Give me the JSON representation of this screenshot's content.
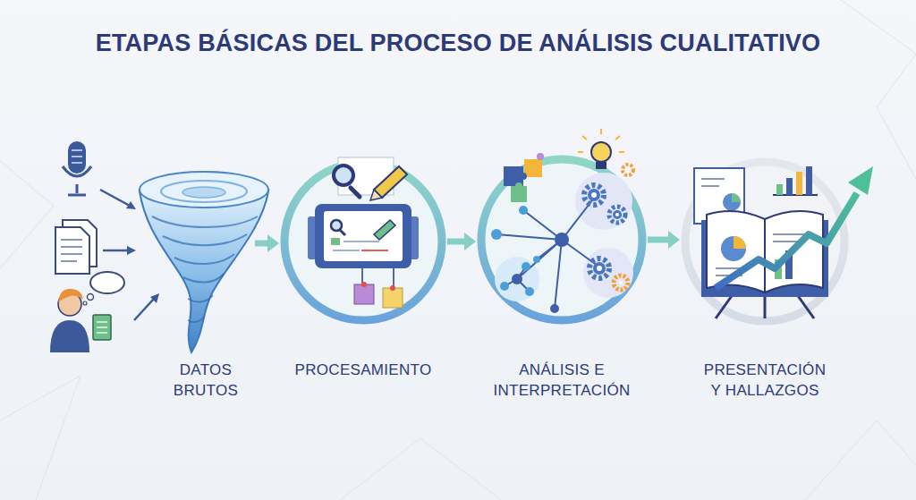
{
  "diagram": {
    "title": "ETAPAS BÁSICAS DEL PROCESO DE ANÁLISIS CUALITATIVO",
    "nodes": [
      {
        "text": [
          "DATOS BRUTOS"
        ]
      },
      {
        "text": [
          "PROCESAMIENTO"
        ]
      },
      {
        "text": [
          "ANÁLISIS E INTERPRETACIÓN"
        ]
      },
      {
        "text": [
          "PRESENTACIÓN Y HALLAZGOS"
        ]
      }
    ],
    "edges": [
      {
        "from": 0,
        "to": 1,
        "arrow": "to"
      },
      {
        "from": 1,
        "to": 2,
        "arrow": "to"
      },
      {
        "from": 2,
        "to": 3,
        "arrow": "to"
      }
    ]
  }
}
